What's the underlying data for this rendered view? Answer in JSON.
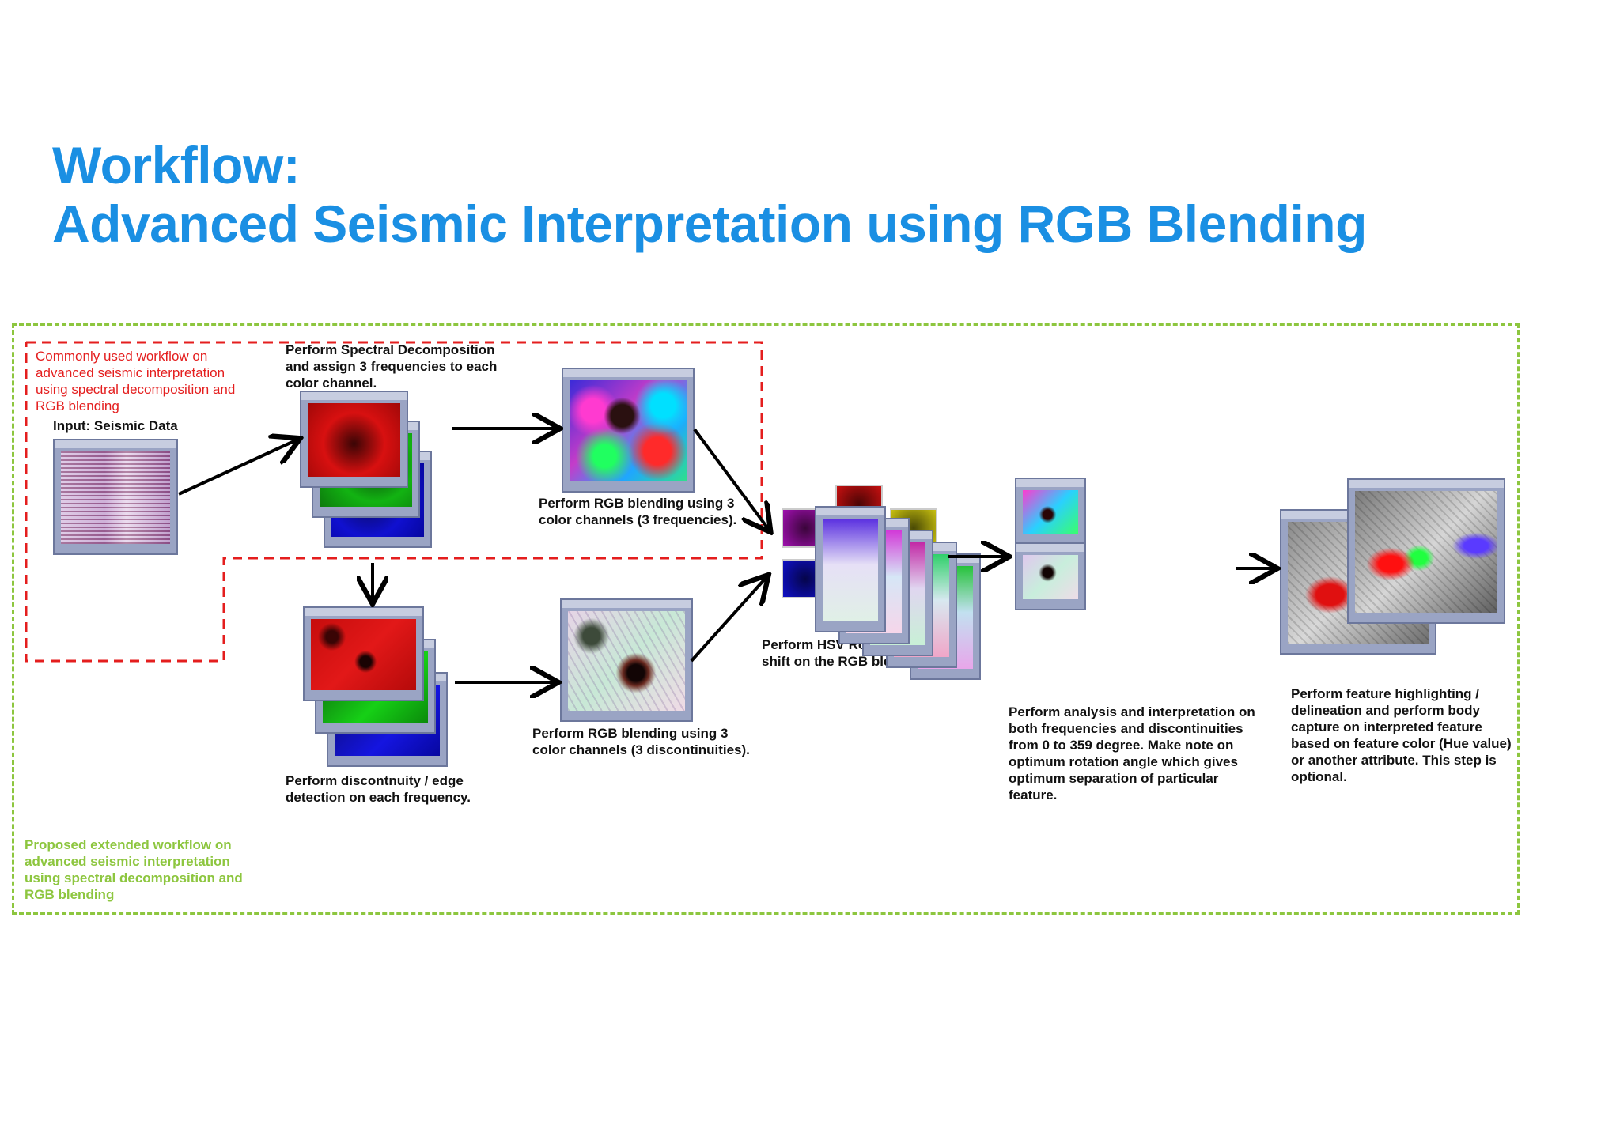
{
  "title": {
    "line1": "Workflow:",
    "line2": "Advanced Seismic Interpretation using RGB Blending"
  },
  "labels": {
    "red_note": "Commonly used workflow on advanced seismic interpretation using spectral decomposition and RGB blending",
    "input": "Input: Seismic Data",
    "spectral": "Perform Spectral Decomposition and assign 3 frequencies to each color channel.",
    "rgb_freq": "Perform RGB blending using 3 color channels (3 frequencies).",
    "discontinuity": "Perform discontnuity / edge detection on each frequency.",
    "rgb_disc": "Perform RGB blending using 3 color channels (3 discontinuities).",
    "hsv": "Perform HSV Rotation / Hue Color shift on the RGB blending result",
    "analysis": "Perform analysis and interpretation on both frequencies and discontinuities from 0 to 359 degree. Make note on optimum rotation angle which gives optimum separation of particular feature.",
    "feature": "Perform feature highlighting / delineation and perform body capture on interpreted feature based on feature color (Hue value) or another attribute. This step is optional.",
    "green_note": "Proposed extended workflow on advanced seismic interpretation using spectral decomposition and RGB blending"
  },
  "colors": {
    "title": "#1a8fe3",
    "red_frame": "#e41e1e",
    "green_frame": "#8dc63f",
    "arrow": "#000000"
  }
}
